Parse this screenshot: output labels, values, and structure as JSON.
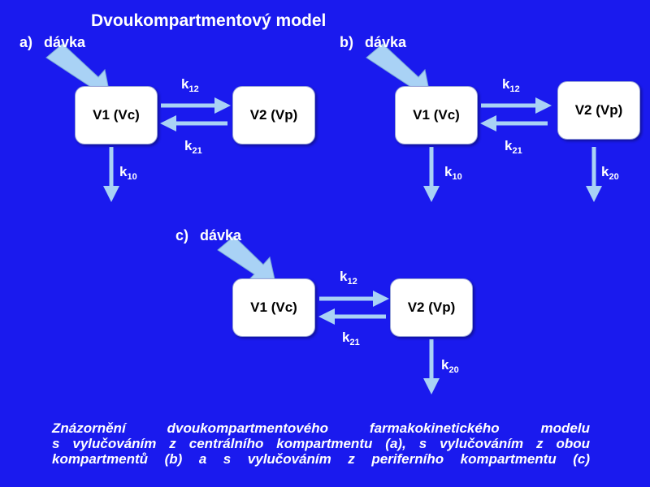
{
  "title": "Dvoukompartmentový model",
  "colors": {
    "background": "#1a1aee",
    "arrow": "#a9d2f5",
    "box": "#ffffff"
  },
  "panels": [
    {
      "letter": "a)",
      "dose": "dávka",
      "v1": "V1 (Vc)",
      "v2": "V2 (Vp)",
      "k12": "12",
      "k21": "21",
      "elim1": "10"
    },
    {
      "letter": "b)",
      "dose": "dávka",
      "v1": "V1 (Vc)",
      "v2": "V2 (Vp)",
      "k12": "12",
      "k21": "21",
      "elim1": "10",
      "elim2": "20"
    },
    {
      "letter": "c)",
      "dose": "dávka",
      "v1": "V1 (Vc)",
      "v2": "V2 (Vp)",
      "k12": "12",
      "k21": "21",
      "elim2": "20"
    }
  ],
  "rate_symbol": "k",
  "caption": [
    "Znázornění dvoukompartmentového farmakokinetického modelu",
    "s vylučováním z centrálního kompartmentu (a), s vylučováním z obou",
    "kompartmentů (b) a s vylučováním z periferního kompartmentu (c)"
  ]
}
